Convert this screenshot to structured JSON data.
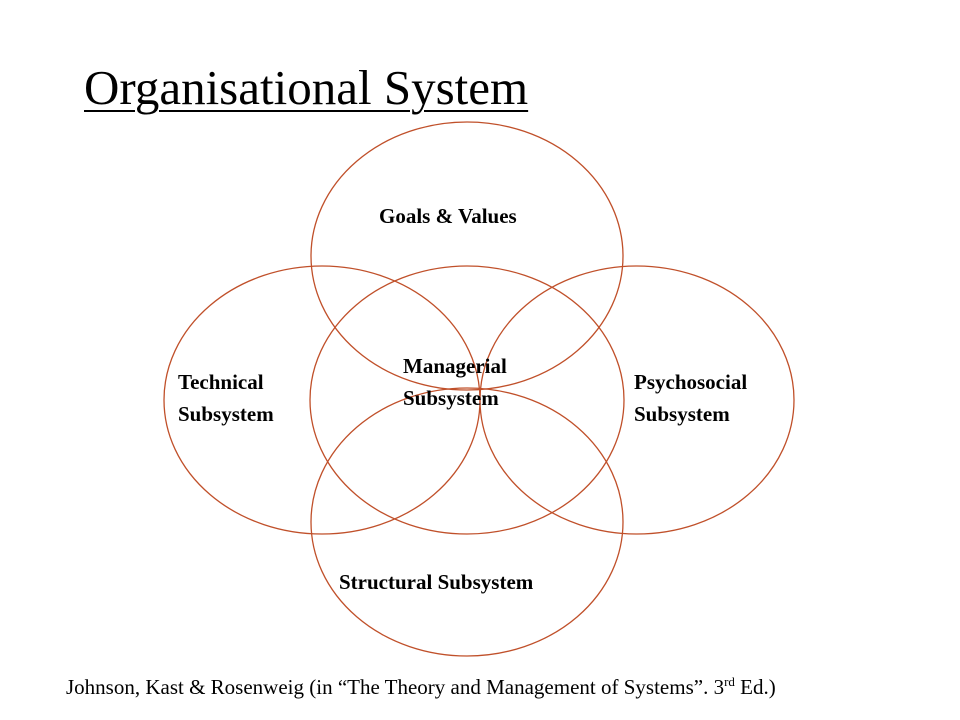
{
  "title": "Organisational System",
  "colors": {
    "circle_stroke": "#c0502a",
    "text": "#000000",
    "background": "#ffffff"
  },
  "diagram": {
    "circles": [
      {
        "id": "goals",
        "label": "Goals & Values"
      },
      {
        "id": "technical",
        "label_lines": [
          "Technical",
          "Subsystem"
        ]
      },
      {
        "id": "managerial",
        "label_lines": [
          "Managerial",
          "Subsystem"
        ]
      },
      {
        "id": "psychosocial",
        "label_lines": [
          "Psychosocial",
          "Subsystem"
        ]
      },
      {
        "id": "structural",
        "label": "Structural Subsystem"
      }
    ]
  },
  "citation": {
    "prefix": "Johnson, Kast & Rosenweig (in “The Theory and Management of Systems”. 3",
    "superscript": "rd",
    "suffix": " Ed.)"
  }
}
